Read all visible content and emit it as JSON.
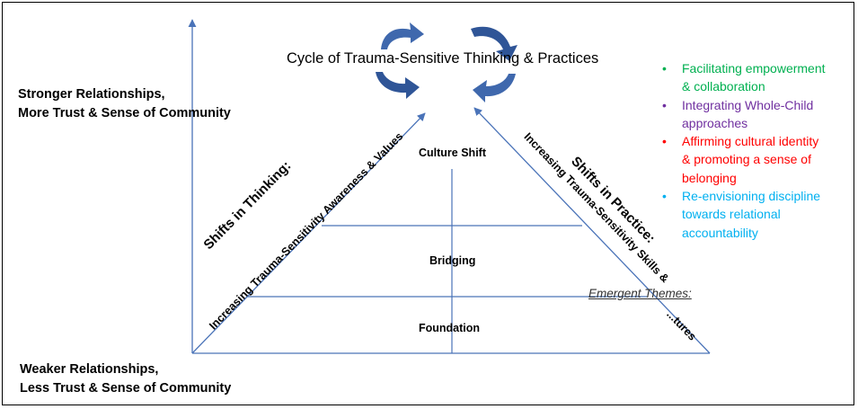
{
  "cycle_title": "Cycle of Trauma-Sensitive Thinking & Practices",
  "y_axis": {
    "top_line1": "Stronger Relationships,",
    "top_line2": "More Trust & Sense of Community",
    "bottom_line1": "Weaker Relationships,",
    "bottom_line2": "Less Trust & Sense of Community"
  },
  "levels": {
    "top": "Culture Shift",
    "middle": "Bridging",
    "bottom": "Foundation"
  },
  "left_side": {
    "title": "Shifts in Thinking:",
    "subtitle": "Increasing Trauma-Sensitivity Awareness & Values"
  },
  "right_side": {
    "title": "Shifts in Practice:",
    "subtitle": "Increasing Trauma-Sensitivity Skills &",
    "subtitle_tail": "...tures"
  },
  "themes": {
    "title": "Emergent Themes:",
    "items": [
      {
        "text": "Facilitating empowerment & collaboration",
        "line1": "Facilitating empowerment",
        "line2": "& collaboration",
        "line3": "",
        "color": "#00b050"
      },
      {
        "text": "Integrating Whole-Child approaches",
        "line1": "Integrating Whole-Child",
        "line2": "approaches",
        "line3": "",
        "color": "#7030a0"
      },
      {
        "text": "Affirming cultural identity & promoting a sense of belonging",
        "line1": "Affirming cultural identity",
        "line2": "& promoting a sense of",
        "line3": "belonging",
        "color": "#ff0000"
      },
      {
        "text": "Re-envisioning discipline towards relational accountability",
        "line1": "Re-envisioning discipline",
        "line2": "towards relational",
        "line3": "accountability",
        "color": "#00b0f0"
      }
    ]
  },
  "colors": {
    "line": "#4a73b8",
    "cycle_arrow": "#3f68ad",
    "cycle_arrow_dark": "#2f5597"
  }
}
